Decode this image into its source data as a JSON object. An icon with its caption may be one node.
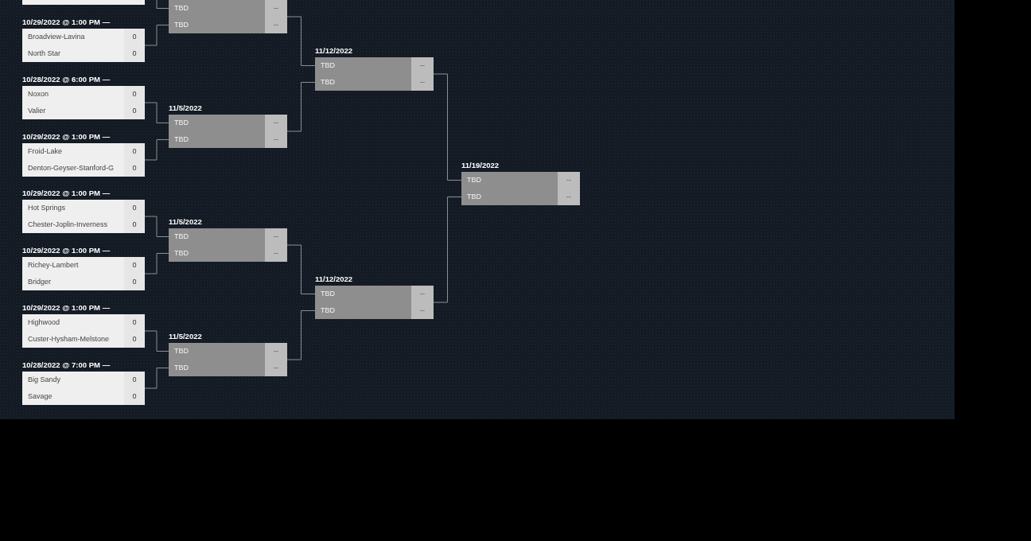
{
  "diagram": {
    "nodes": [
      {
        "text": [],
        "shape": "box"
      },
      {
        "text": [
          "10/29/2022 @ 1:00 PM —",
          "Broadview-Lavina",
          "0",
          "North Star",
          "0"
        ]
      },
      {
        "text": [
          "10/28/2022 @ 6:00 PM —",
          "Noxon",
          "0",
          "Valier",
          "0"
        ]
      },
      {
        "text": [
          "10/29/2022 @ 1:00 PM —",
          "Froid-Lake",
          "0",
          "Denton-Geyser-Stanford-G",
          "0"
        ]
      },
      {
        "text": [
          "10/29/2022 @ 1:00 PM —",
          "Hot Springs",
          "0",
          "Chester-Joplin-Inverness",
          "0"
        ]
      },
      {
        "text": [
          "10/29/2022 @ 1:00 PM —",
          "Richey-Lambert",
          "0",
          "Bridger",
          "0"
        ]
      },
      {
        "text": [
          "10/29/2022 @ 1:00 PM —",
          "Highwood",
          "0",
          "Custer-Hysham-Melstone",
          "0"
        ]
      },
      {
        "text": [
          "10/28/2022 @ 7:00 PM —",
          "Big Sandy",
          "0",
          "Savage",
          "0"
        ]
      },
      {
        "text": [
          "TBD",
          "--",
          "TBD",
          "--"
        ]
      },
      {
        "text": [
          "11/5/2022",
          "TBD",
          "--",
          "TBD",
          "--"
        ]
      },
      {
        "text": [
          "11/5/2022",
          "TBD",
          "--",
          "TBD",
          "--"
        ]
      },
      {
        "text": [
          "11/5/2022",
          "TBD",
          "--",
          "TBD",
          "--"
        ]
      },
      {
        "text": [
          "11/12/2022",
          "TBD",
          "--",
          "TBD",
          "--"
        ]
      },
      {
        "text": [
          "11/12/2022",
          "TBD",
          "--",
          "TBD",
          "--"
        ]
      },
      {
        "text": [
          "11/19/2022",
          "TBD",
          "--",
          "TBD",
          "--"
        ]
      }
    ],
    "edges": [
      {
        "from": 0,
        "to": 8,
        "arrow": "none"
      },
      {
        "from": 1,
        "to": 8,
        "arrow": "none"
      },
      {
        "from": 2,
        "to": 9,
        "arrow": "none"
      },
      {
        "from": 3,
        "to": 9,
        "arrow": "none"
      },
      {
        "from": 4,
        "to": 10,
        "arrow": "none"
      },
      {
        "from": 5,
        "to": 10,
        "arrow": "none"
      },
      {
        "from": 6,
        "to": 11,
        "arrow": "none"
      },
      {
        "from": 7,
        "to": 11,
        "arrow": "none"
      },
      {
        "from": 8,
        "to": 12,
        "arrow": "none"
      },
      {
        "from": 9,
        "to": 12,
        "arrow": "none"
      },
      {
        "from": 10,
        "to": 13,
        "arrow": "none"
      },
      {
        "from": 11,
        "to": 13,
        "arrow": "none"
      },
      {
        "from": 12,
        "to": 14,
        "arrow": "none"
      },
      {
        "from": 13,
        "to": 14,
        "arrow": "none"
      }
    ]
  }
}
